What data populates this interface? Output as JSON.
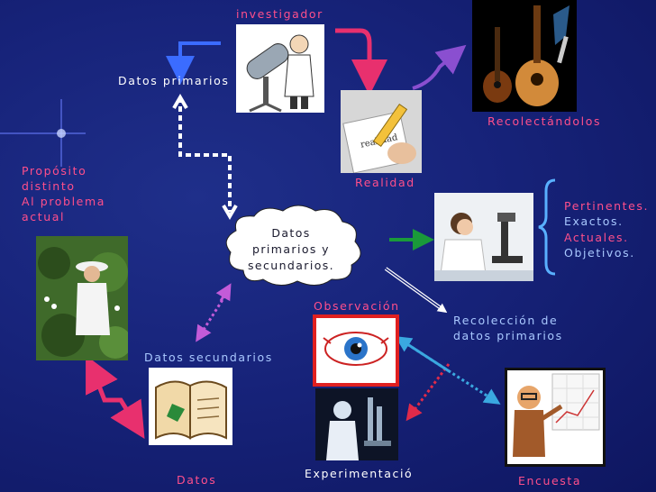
{
  "labels": {
    "investigador": "investigador",
    "datos_primarios": "Datos primarios",
    "realidad": "Realidad",
    "recolectandolos": "Recolectándolos",
    "proposito_1": "Propósito",
    "proposito_2": "distinto",
    "proposito_3": "Al problema",
    "proposito_4": "actual",
    "center_1": "Datos",
    "center_2": "primarios y",
    "center_3": "secundarios.",
    "pertinentes": "Pertinentes.",
    "exactos": "Exactos.",
    "actuales": "Actuales.",
    "objetivos": "Objetivos.",
    "observacion": "Observación",
    "recoleccion_1": "Recolección de",
    "recoleccion_2": "datos primarios",
    "datos_secundarios": "Datos secundarios",
    "datos_bottom": "Datos",
    "experimentacion": "Experimentació",
    "encuesta": "Encuesta",
    "realidad_note": "realidad"
  },
  "colors": {
    "background": "#17237a",
    "pink_text": "#ff4f8b",
    "light_blue_text": "#a9c8ff",
    "arrow_pink": "#e8306e",
    "arrow_blue": "#3b6cff",
    "arrow_purple": "#8a4fd0",
    "arrow_green": "#1a9a3a",
    "bracket": "#59b0ff"
  },
  "icons": {
    "investigador": "scientist-telescope-icon",
    "realidad": "writing-hand-icon",
    "recolectandolos": "guitars-icon",
    "proposito": "gardener-photo-icon",
    "center_right": "microscope-scientist-icon",
    "observacion": "eye-icon",
    "experimentacion": "lab-researcher-icon",
    "datos_secundarios": "open-book-icon",
    "encuesta": "teacher-chart-icon"
  }
}
